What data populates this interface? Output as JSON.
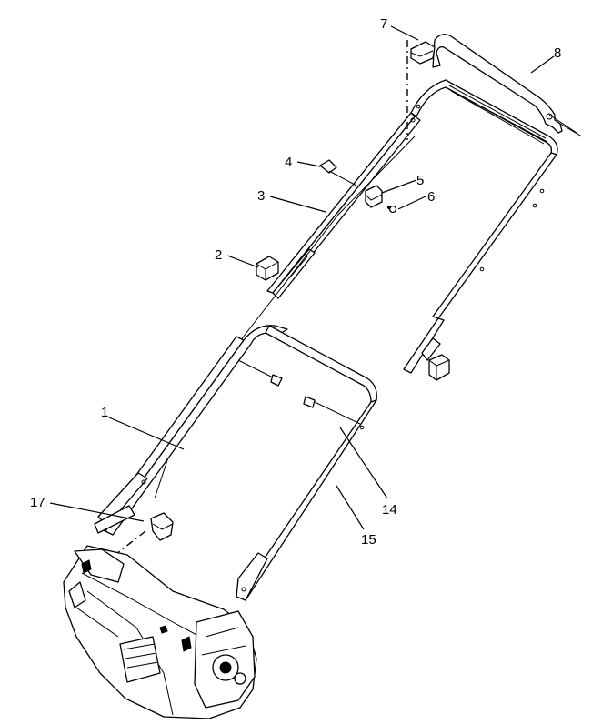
{
  "diagram": {
    "callouts": [
      {
        "id": "c1",
        "label": "1"
      },
      {
        "id": "c2",
        "label": "2"
      },
      {
        "id": "c3",
        "label": "3"
      },
      {
        "id": "c4",
        "label": "4"
      },
      {
        "id": "c5",
        "label": "5"
      },
      {
        "id": "c6",
        "label": "6"
      },
      {
        "id": "c7",
        "label": "7"
      },
      {
        "id": "c8",
        "label": "8"
      },
      {
        "id": "c14",
        "label": "14"
      },
      {
        "id": "c15",
        "label": "15"
      },
      {
        "id": "c17",
        "label": "17"
      }
    ]
  }
}
